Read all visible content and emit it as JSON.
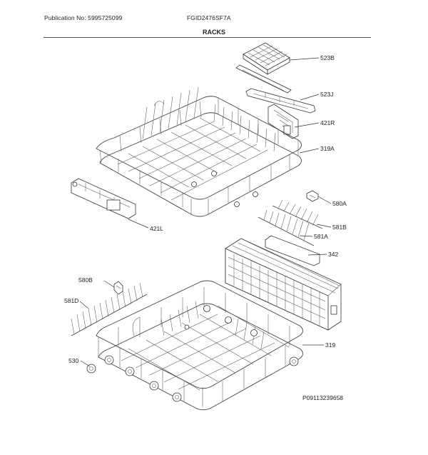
{
  "header": {
    "publication": "Publication No: 5995725099",
    "model": "FGID2476SF7A",
    "section_title": "RACKS"
  },
  "callouts": {
    "c523B": "523B",
    "c523J": "523J",
    "c421R": "421R",
    "c319A": "319A",
    "c580A": "580A",
    "c581B": "581B",
    "c581A": "581A",
    "c421L": "421L",
    "c342": "342",
    "c580B": "580B",
    "c581D": "581D",
    "c319": "319",
    "c530": "530"
  },
  "diagram_id": "P09113239658"
}
